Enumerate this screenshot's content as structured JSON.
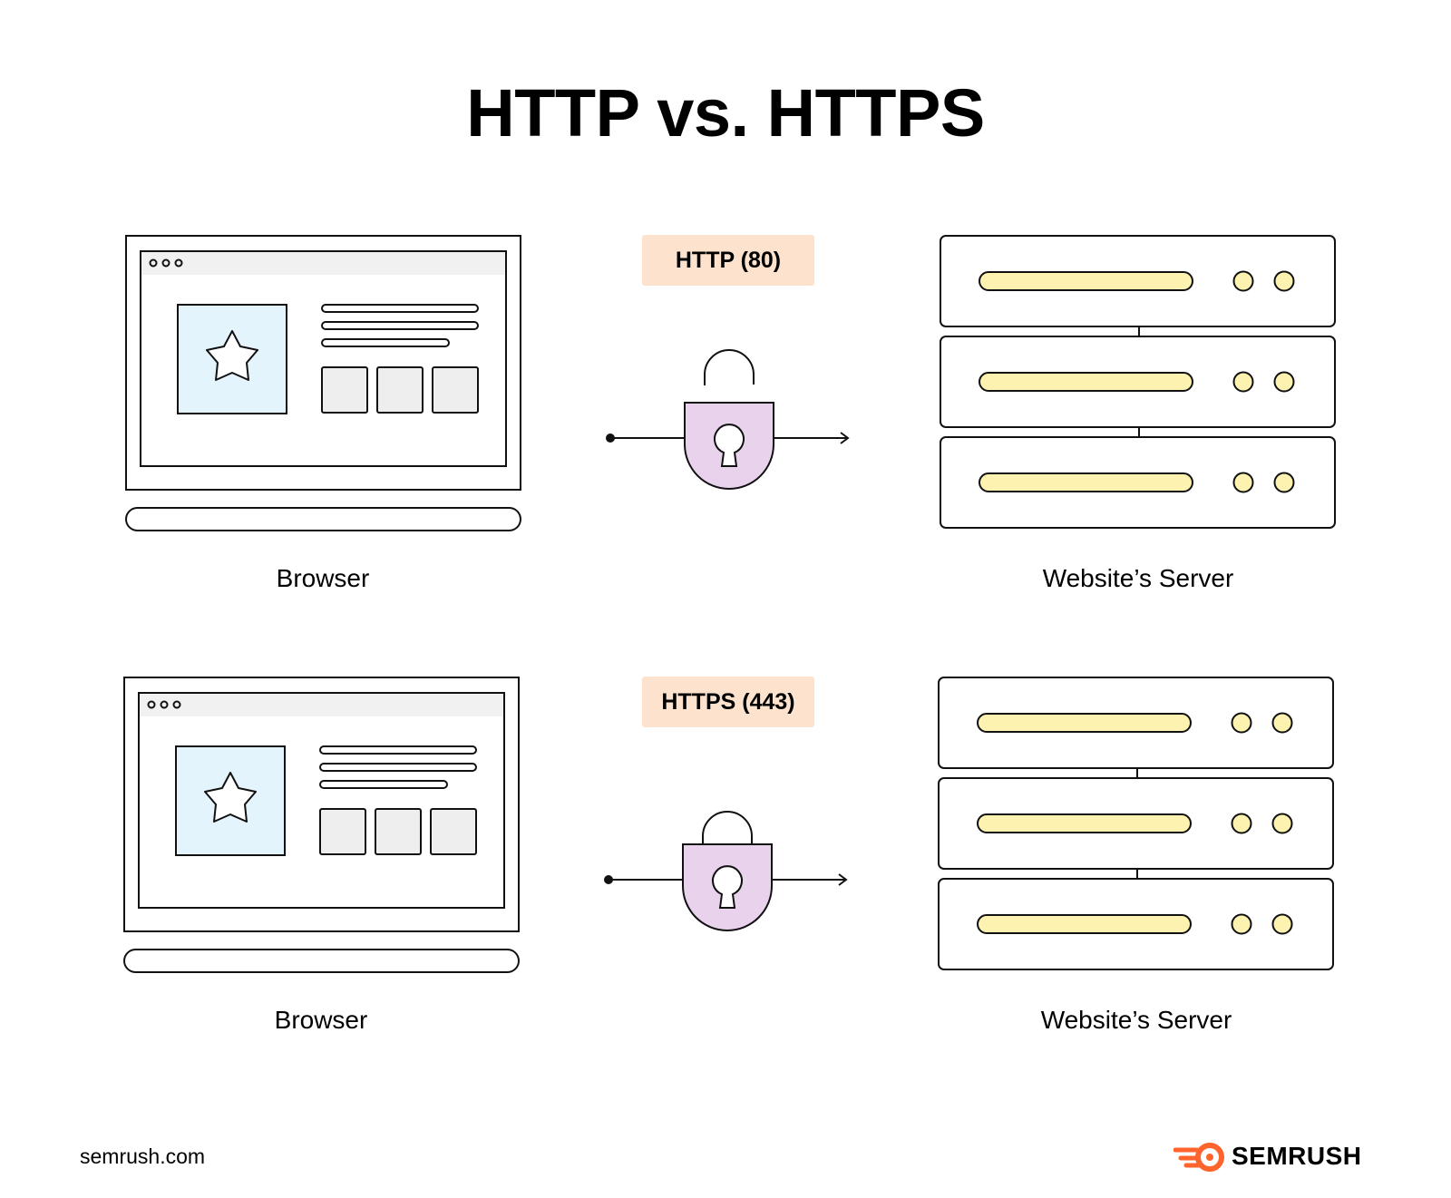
{
  "title": "HTTP vs. HTTPS",
  "rows": [
    {
      "badge": "HTTP (80)",
      "lock_state": "open",
      "left_label": "Browser",
      "right_label": "Website’s Server"
    },
    {
      "badge": "HTTPS (443)",
      "lock_state": "closed",
      "left_label": "Browser",
      "right_label": "Website’s Server"
    }
  ],
  "footer": {
    "url": "semrush.com",
    "brand": "SEMRUSH"
  },
  "colors": {
    "badge_bg": "#fde2cd",
    "lock_body": "#e8d2ec",
    "thumb_bg": "#e4f4fc",
    "server_bar": "#fdf2b0",
    "server_dot": "#fdf2b0",
    "placeholder": "#eeeeee",
    "brand_orange": "#ff642d"
  }
}
